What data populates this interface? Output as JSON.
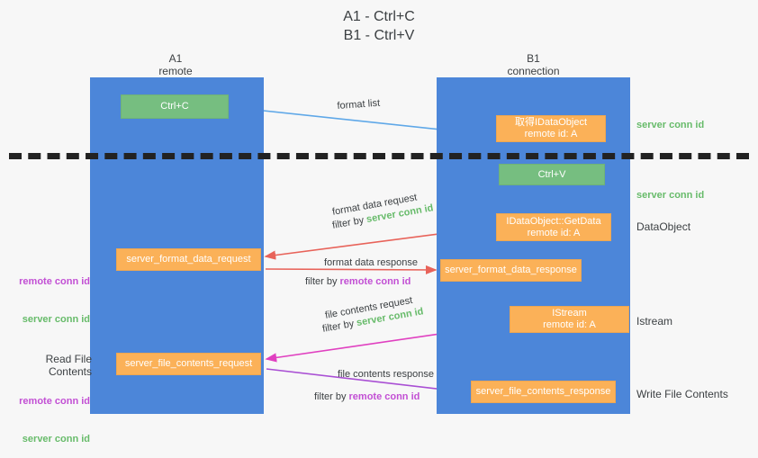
{
  "title": "A1 - Ctrl+C\nB1 - Ctrl+V",
  "lanes": [
    {
      "name": "A1",
      "sub": "remote",
      "header": "A1\nremote"
    },
    {
      "name": "B1",
      "sub": "connection",
      "header": "B1\nconnection"
    }
  ],
  "boxes": {
    "ctrl_c": "Ctrl+C",
    "get_idataobject": "取得IDataObject\nremote id: A",
    "get_idataobject_line1": "取得IDataObject",
    "get_idataobject_line2": "remote id: A",
    "ctrl_v": "Ctrl+V",
    "getdata_line1": "IDataObject::GetData",
    "getdata_line2": "remote id: A",
    "istream_line1": "IStream",
    "istream_line2": "remote id: A",
    "server_format_data_request": "server_format_data_request",
    "server_format_data_response": "server_format_data_response",
    "server_file_contents_request": "server_file_contents_request",
    "server_file_contents_response": "server_file_contents_response"
  },
  "arrow_labels": {
    "format_list": "format list",
    "format_data_request": "format data request",
    "format_data_request_filter_prefix": "filter by ",
    "format_data_request_filter_value": "server conn id",
    "format_data_response": "format data response",
    "format_data_response_filter_prefix": "filter by ",
    "format_data_response_filter_value": "remote conn id",
    "file_contents_request": "file contents request",
    "file_contents_request_filter_prefix": "filter by ",
    "file_contents_request_filter_value": "server conn id",
    "file_contents_response": "file contents response",
    "file_contents_response_filter_prefix": "filter by ",
    "file_contents_response_filter_value": "remote conn id"
  },
  "side_labels": {
    "server_conn_id_top": "server conn id",
    "server_conn_id_mid": "server conn id",
    "dataobject": "DataObject",
    "istream": "Istream",
    "write_file_contents": "Write File Contents",
    "read_file_contents": "Read File Contents",
    "remote_conn_id": "remote conn id",
    "server_conn_id": "server conn id"
  },
  "colors": {
    "lane": "#4c86d9",
    "green_box": "#76be80",
    "orange_box": "#fbb158",
    "green_text": "#67bb6a",
    "purple_text": "#c24fd4",
    "arrow_blue": "#5fa8e8",
    "arrow_red": "#e8635a",
    "arrow_magenta": "#e040c0",
    "arrow_purple": "#a94fd4",
    "arrow_black": "#1a1a1a",
    "background": "#f7f7f7",
    "divider": "#222222"
  }
}
